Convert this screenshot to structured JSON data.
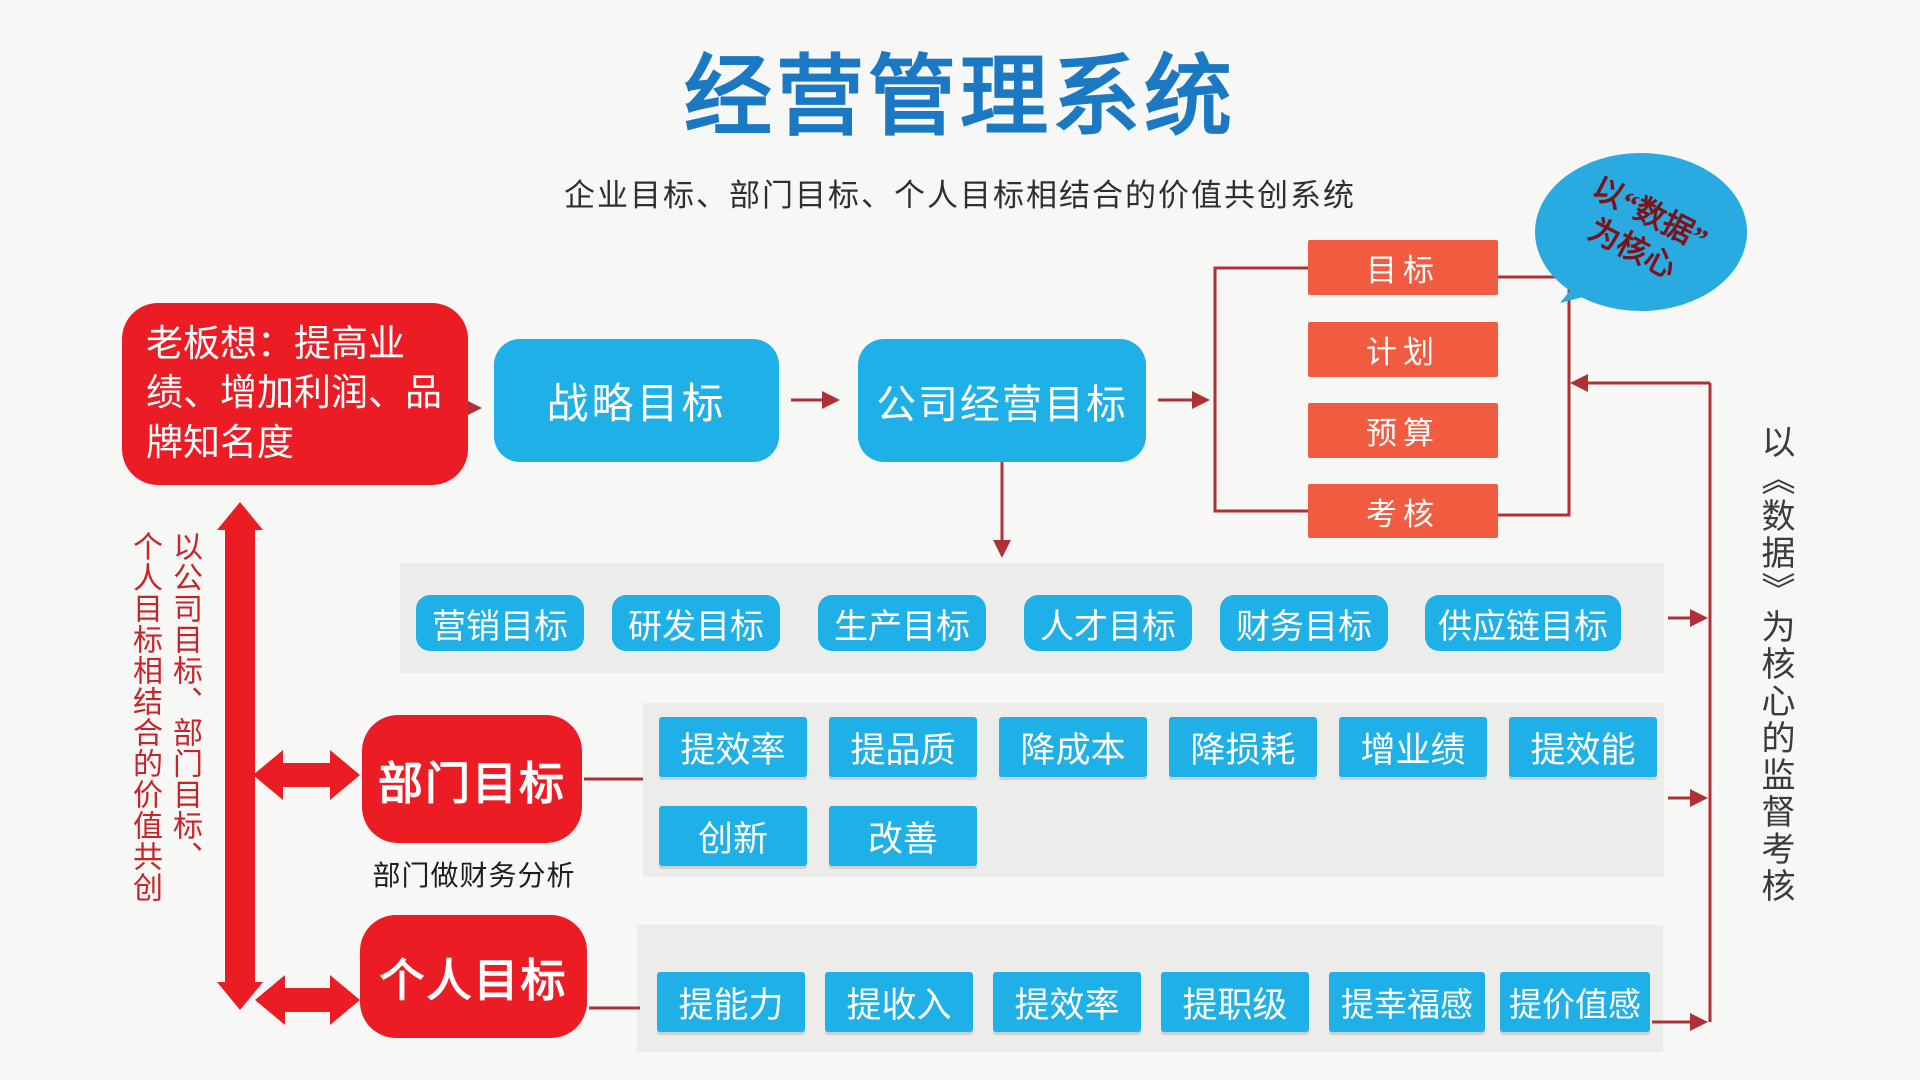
{
  "title": "经营管理系统",
  "subtitle": "企业目标、部门目标、个人目标相结合的价值共创系统",
  "bubble": {
    "line1": "以“数据”",
    "line2": "为核心"
  },
  "boss_box": {
    "text": "老板想：提高业绩、增加利润、品牌知名度"
  },
  "flow": {
    "strategic": "战略目标",
    "company": "公司经营目标"
  },
  "pdca": {
    "items": [
      "目标",
      "计划",
      "预算",
      "考核"
    ]
  },
  "company_goals": {
    "items": [
      "营销目标",
      "研发目标",
      "生产目标",
      "人才目标",
      "财务目标",
      "供应链目标"
    ]
  },
  "department": {
    "label": "部门目标",
    "note": "部门做财务分析",
    "row1": [
      "提效率",
      "提品质",
      "降成本",
      "降损耗",
      "增业绩",
      "提效能"
    ],
    "row2": [
      "创新",
      "改善"
    ]
  },
  "personal": {
    "label": "个人目标",
    "items": [
      "提能力",
      "提收入",
      "提效率",
      "提职级",
      "提幸福感",
      "提价值感"
    ]
  },
  "left_banner": {
    "line1": "以公司目标、部门目标、",
    "line2": "个人目标相结合的价值共创"
  },
  "right_banner": {
    "text": "以《数据》为核心的监督考核"
  },
  "colors": {
    "title_blue": "#1b79c3",
    "box_blue": "#1fb0e8",
    "bubble_blue": "#29abe2",
    "box_red": "#ec1c24",
    "box_orange": "#f15b40",
    "connector_red": "#b03038",
    "left_text_red": "#c5252b",
    "dark_text": "#3a3a40",
    "band_gray": "#ececea"
  }
}
